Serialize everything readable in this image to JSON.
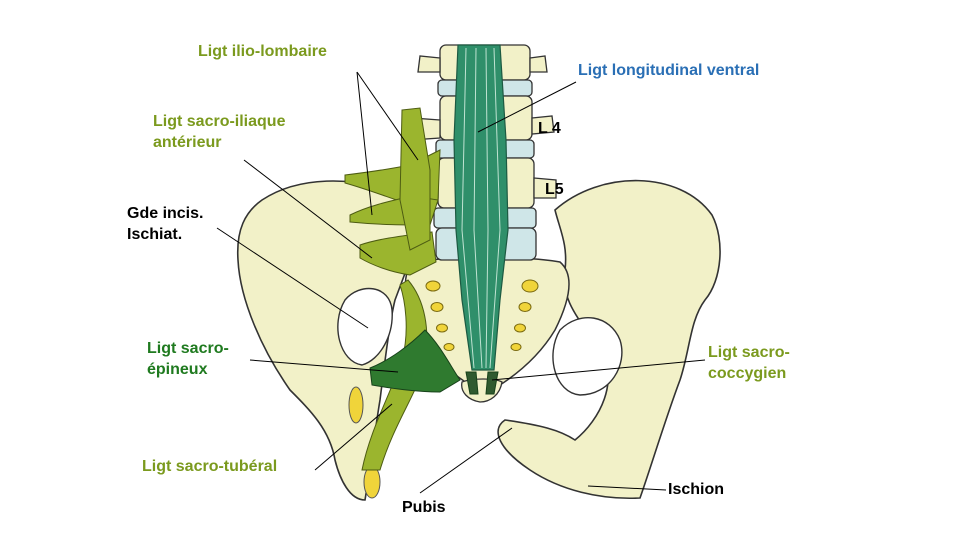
{
  "colors": {
    "olive_label": "#7b9a1e",
    "green_label": "#1f7a1f",
    "blue_label": "#2a6fb5",
    "bone_fill": "#f2f1c8",
    "disc_fill": "#cfe6e8",
    "ligament_teal": "#2f8f6a",
    "ligament_yellowgreen": "#9bb52e",
    "ligament_darkgreen": "#2f7a2f",
    "foramen_yellow": "#f0d43a",
    "outline": "#333333"
  },
  "labels": {
    "ilio_lombaire": "Ligt ilio-lombaire",
    "sacro_iliaque_1": "Ligt sacro-iliaque",
    "sacro_iliaque_2": "antérieur",
    "gde_incis_1": "Gde incis.",
    "gde_incis_2": "Ischiat.",
    "sacro_epineux_1": "Ligt sacro-",
    "sacro_epineux_2": "épineux",
    "sacro_tuberal": "Ligt sacro-tubéral",
    "longitudinal_ventral": "Ligt longitudinal ventral",
    "l4": "L 4",
    "l5": "L5",
    "sacro_coccygien_1": "Ligt sacro-",
    "sacro_coccygien_2": "coccygien",
    "ischion": "Ischion",
    "pubis": "Pubis"
  }
}
